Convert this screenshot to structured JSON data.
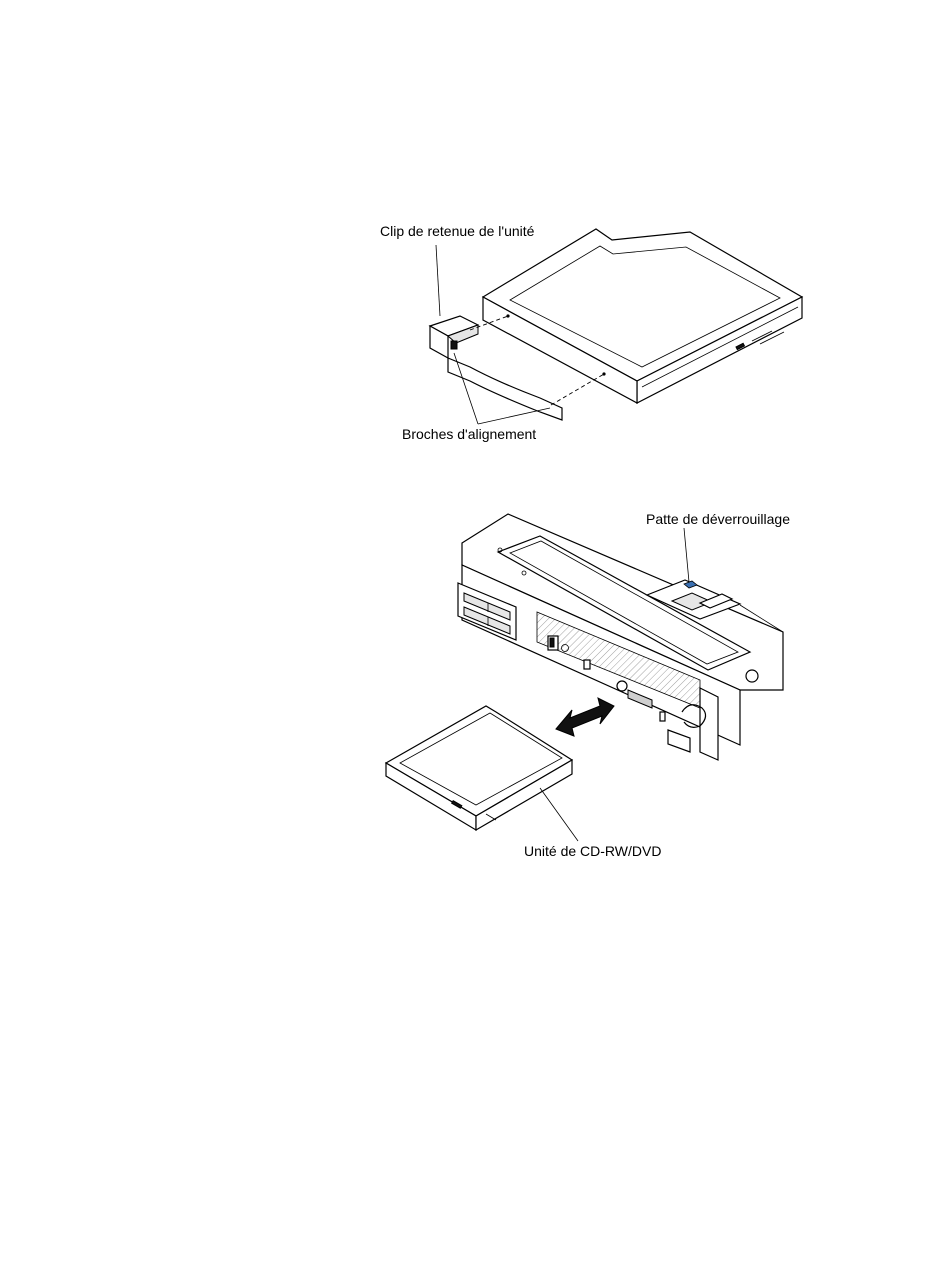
{
  "figure1": {
    "label_clip": "Clip de retenue de l'unité",
    "label_pins": "Broches d'alignement"
  },
  "figure2": {
    "label_tab": "Patte de déverrouillage",
    "label_drive": "Unité de CD-RW/DVD"
  },
  "colors": {
    "release_tab": "#3a6fb0",
    "hatch": "#777777"
  }
}
